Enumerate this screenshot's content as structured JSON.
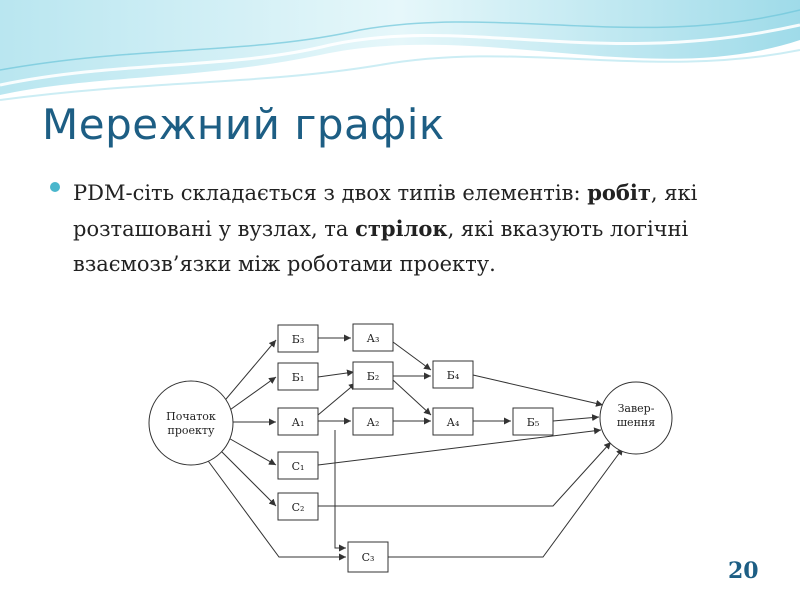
{
  "slide": {
    "title": "Мережний графік",
    "bullet": {
      "part1": "PDM-сіть складається з двох типів елементів: ",
      "bold1": "робіт",
      "part2": ", які розташовані у вузлах, та ",
      "bold2": "стрілок",
      "part3": ", які вказують логічні взаємозв’язки між роботами проекту."
    },
    "page_number": "20"
  },
  "diagram": {
    "start_label_line1": "Початок",
    "start_label_line2": "проекту",
    "end_label_line1": "Завер-",
    "end_label_line2": "шення",
    "nodes": {
      "B3": "Б₃",
      "B1": "Б₁",
      "A1": "А₁",
      "C1": "С₁",
      "C2": "С₂",
      "A3": "А₃",
      "B2": "Б₂",
      "A2": "А₂",
      "C3": "С₃",
      "B4": "Б₄",
      "A4": "А₄",
      "B5": "Б₅"
    }
  },
  "colors": {
    "title": "#1d5e84",
    "bullet": "#49b6cc",
    "wave_light": "#cfeef5",
    "wave_dark": "#7fcfe0"
  }
}
